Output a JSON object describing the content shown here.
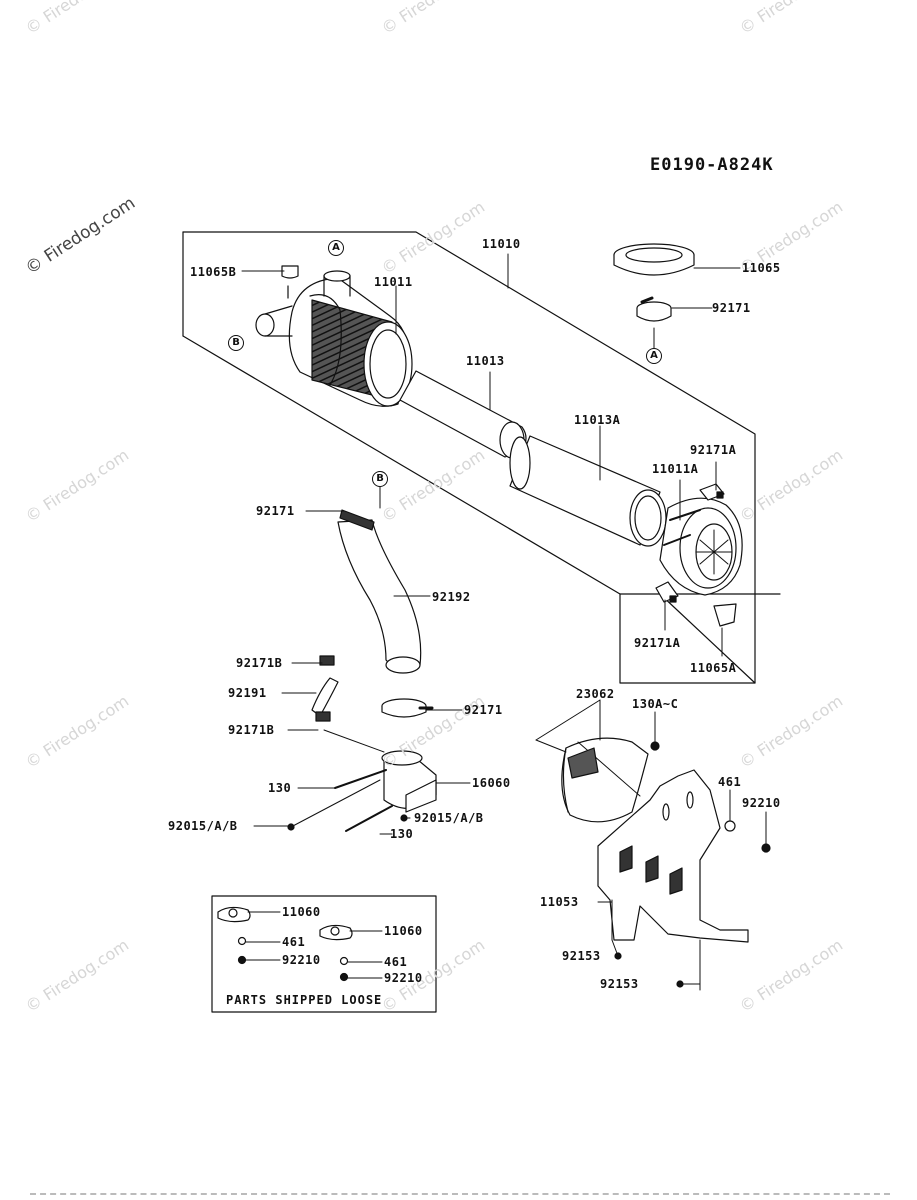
{
  "diagram_code": "E0190-A824K",
  "watermark": "© Firedog.com",
  "parts_loose_title": "PARTS SHIPPED LOOSE",
  "refs": {
    "a_top": "A",
    "a_clamp": "A",
    "b_left": "B",
    "b_hose": "B"
  },
  "labels": {
    "p11010": "11010",
    "p11065B": "11065B",
    "p11011": "11011",
    "p11065": "11065",
    "p92171_top": "92171",
    "p11013": "11013",
    "p11013A": "11013A",
    "p92171A_top": "92171A",
    "p11011A": "11011A",
    "p92171_hose": "92171",
    "p92192": "92192",
    "p92171A_bot": "92171A",
    "p11065A": "11065A",
    "p92171B_top": "92171B",
    "p92191": "92191",
    "p92171B_bot": "92171B",
    "p92171_clamp": "92171",
    "p23062": "23062",
    "p130AC": "130A~C",
    "p130_left": "130",
    "p16060": "16060",
    "p461": "461",
    "p92210": "92210",
    "p92015_left": "92015/A/B",
    "p92015_right": "92015/A/B",
    "p130_bot": "130",
    "p11053": "11053",
    "p92153_a": "92153",
    "p92153_b": "92153",
    "loose_11060_a": "11060",
    "loose_11060_b": "11060",
    "loose_461_a": "461",
    "loose_461_b": "461",
    "loose_92210_a": "92210",
    "loose_92210_b": "92210"
  }
}
